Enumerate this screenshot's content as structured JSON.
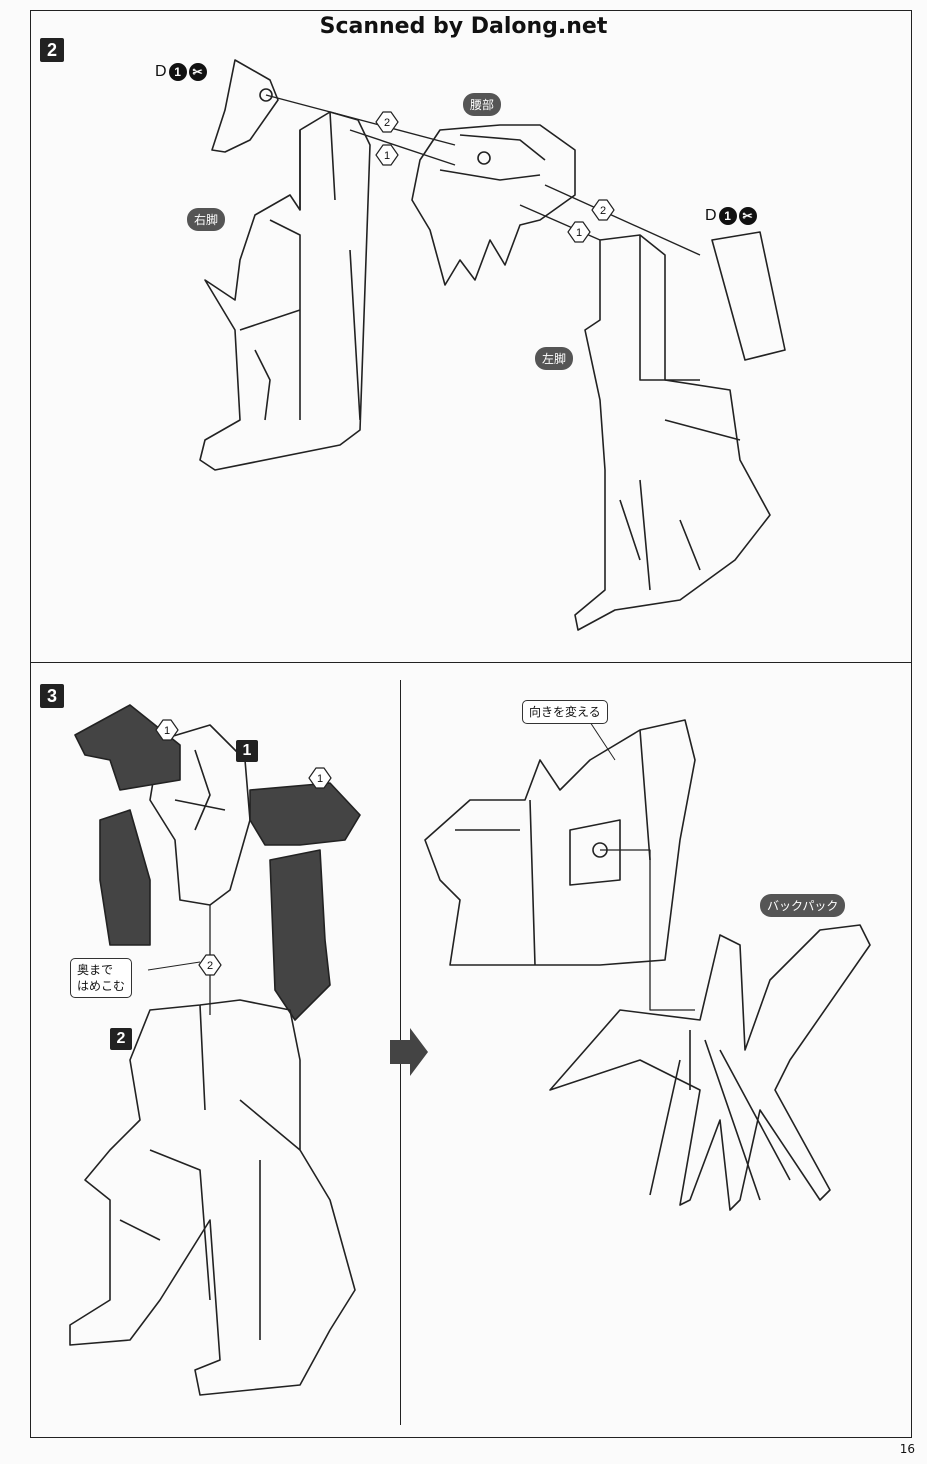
{
  "watermark": "Scanned by Dalong.net",
  "step2": {
    "number": "2",
    "labels": {
      "waist": "腰部",
      "right_leg": "右脚",
      "left_leg": "左脚"
    },
    "part_ref_left": {
      "runner": "D",
      "part_no": "1"
    },
    "part_ref_right": {
      "runner": "D",
      "part_no": "1"
    },
    "order_marks": [
      "1",
      "2"
    ]
  },
  "step3": {
    "number": "3",
    "sub_step_1": "1",
    "sub_step_2": "2",
    "order_marks": [
      "1",
      "2"
    ],
    "callout_push": "奥まで\nはめこむ",
    "callout_push_line1": "奥まで",
    "callout_push_line2": "はめこむ",
    "callout_rotate": "向きを変える",
    "label_backpack": "バックパック"
  },
  "page_number": "16"
}
